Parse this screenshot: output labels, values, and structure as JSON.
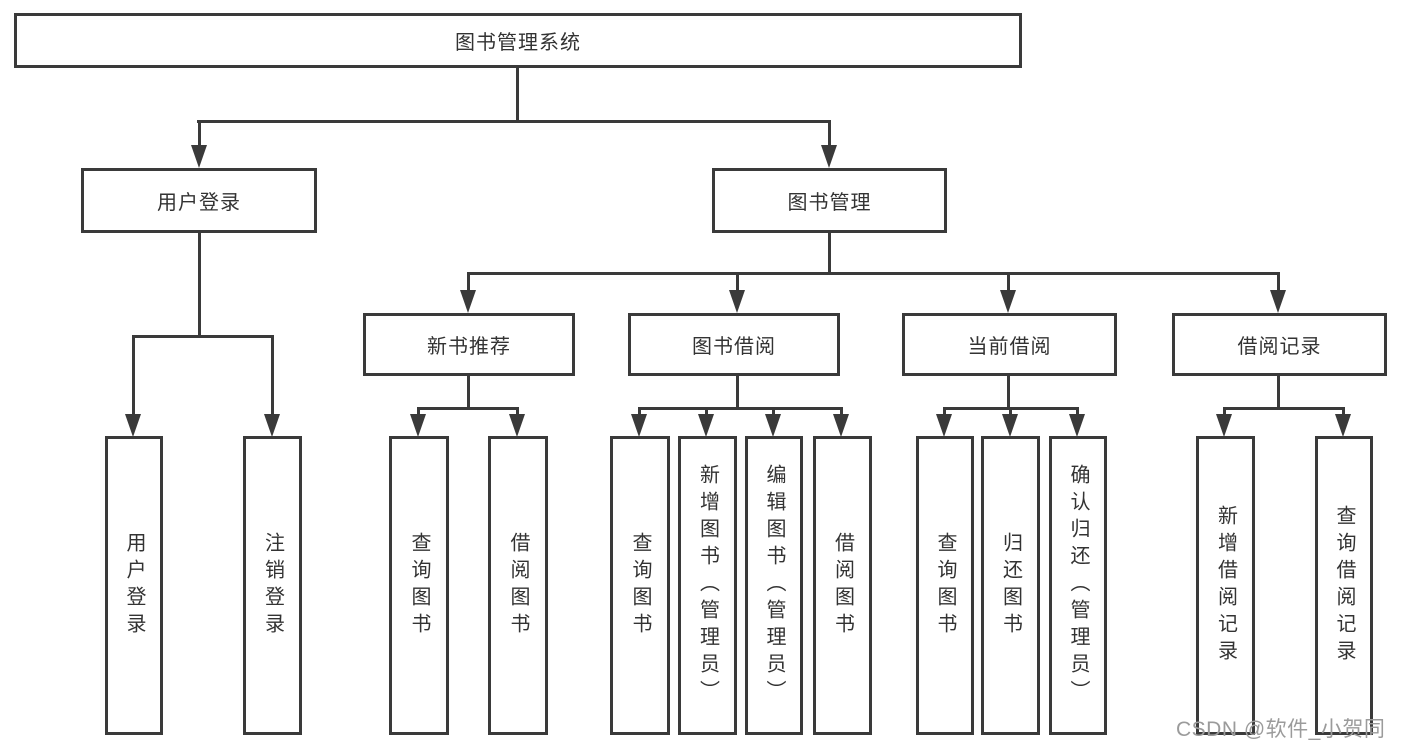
{
  "title": "图书管理系统",
  "watermark": "CSDN @软件_小贺同学",
  "colors": {
    "line": "#3a3a3a",
    "text": "#333333",
    "background": "#ffffff",
    "watermark": "#9b9b9b"
  },
  "tree": {
    "root": {
      "label": "图书管理系统"
    },
    "branches": [
      {
        "label": "用户登录",
        "children": [
          {
            "label": "用户登录"
          },
          {
            "label": "注销登录"
          }
        ]
      },
      {
        "label": "图书管理",
        "children": [
          {
            "label": "新书推荐",
            "children": [
              {
                "label": "查询图书"
              },
              {
                "label": "借阅图书"
              }
            ]
          },
          {
            "label": "图书借阅",
            "children": [
              {
                "label": "查询图书"
              },
              {
                "label": "新增图书（管理员）"
              },
              {
                "label": "编辑图书（管理员）"
              },
              {
                "label": "借阅图书"
              }
            ]
          },
          {
            "label": "当前借阅",
            "children": [
              {
                "label": "查询图书"
              },
              {
                "label": "归还图书"
              },
              {
                "label": "确认归还（管理员）"
              }
            ]
          },
          {
            "label": "借阅记录",
            "children": [
              {
                "label": "新增借阅记录"
              },
              {
                "label": "查询借阅记录"
              }
            ]
          }
        ]
      }
    ]
  }
}
